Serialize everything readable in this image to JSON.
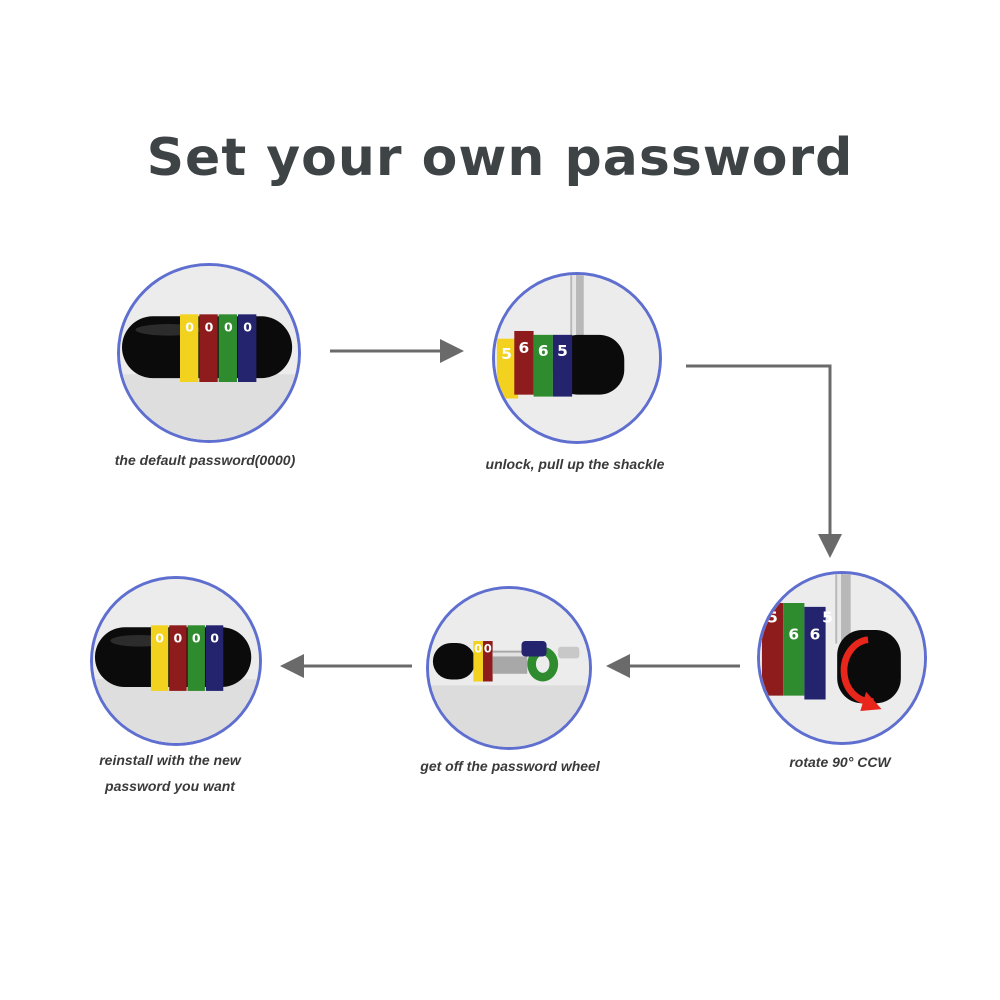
{
  "title": "Set your own password",
  "steps": [
    {
      "caption": "the default password(0000)",
      "digits": [
        "0",
        "0",
        "0",
        "0"
      ]
    },
    {
      "caption": "unlock, pull up the shackle",
      "digits": [
        "5",
        "6",
        "6",
        "5"
      ]
    },
    {
      "caption": "rotate 90° CCW",
      "digits": [
        "5",
        "6",
        "6",
        "5"
      ]
    },
    {
      "caption": "get off the password wheel",
      "digits": [
        "0",
        "0"
      ]
    },
    {
      "caption_lines": [
        "reinstall with the new",
        "password you want"
      ],
      "digits": [
        "0",
        "0",
        "0",
        "0"
      ]
    }
  ],
  "colors": {
    "title": "#3e4346",
    "circle_border": "#5f6fd0",
    "arrow": "#6a6a6a",
    "wheel_yellow": "#f2d21e",
    "wheel_red": "#8e1c1c",
    "wheel_green": "#2e8b2e",
    "wheel_blue": "#23236e",
    "rotate_arrow": "#e8261c"
  }
}
